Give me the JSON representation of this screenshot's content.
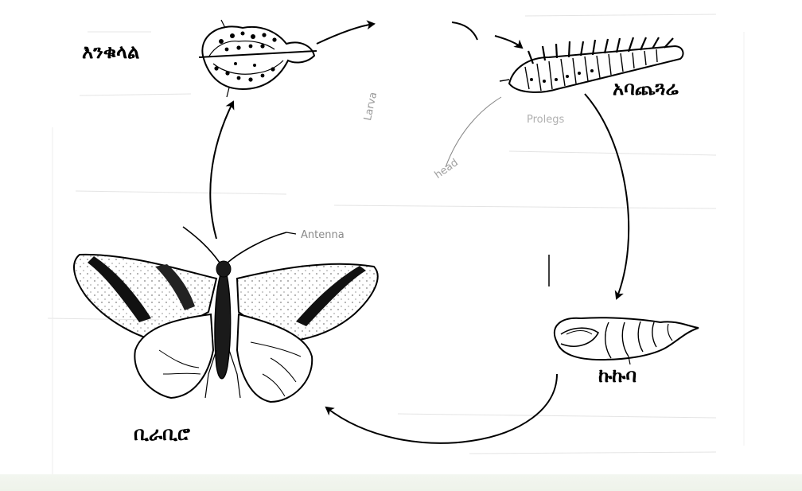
{
  "diagram": {
    "stages": {
      "egg": "እንቁላል",
      "larva": "አባጨጓሬ",
      "pupa": "ኩኩባ",
      "adult": "ቢራቢሮ"
    },
    "faint_text": {
      "antenna": "Antenna",
      "larva": "Larva",
      "head": "head",
      "prolegs": "Prolegs"
    },
    "colors": {
      "ink": "#000000",
      "background": "#ffffff"
    }
  }
}
